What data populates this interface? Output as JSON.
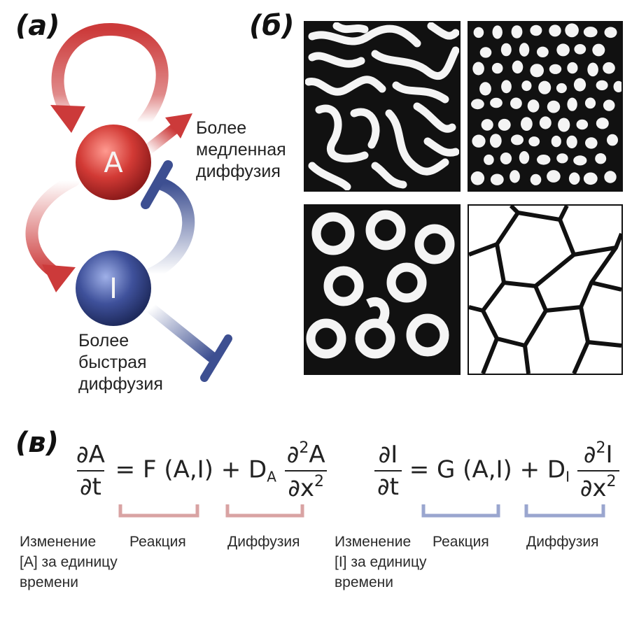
{
  "labels": {
    "a": "(a)",
    "b": "(б)",
    "c": "(в)"
  },
  "nodes": {
    "activator": "A",
    "inhibitor": "I"
  },
  "notes": {
    "slow_diffusion": [
      "Более",
      "медленная",
      "диффузия"
    ],
    "fast_diffusion": [
      "Более",
      "быстрая",
      "диффузия"
    ]
  },
  "equations": {
    "activator": {
      "lhs_num": "∂A",
      "lhs_den": "∂t",
      "reaction": "= F (A,I) + D",
      "coef_sub": "A",
      "rhs_num_base": "∂",
      "rhs_num_sup": "2",
      "rhs_num_var": "A",
      "rhs_den_base": "∂x",
      "rhs_den_sup": "2"
    },
    "inhibitor": {
      "lhs_num": "∂I",
      "lhs_den": "∂t",
      "reaction": "= G (A,I) + D",
      "coef_sub": "I",
      "rhs_num_base": "∂",
      "rhs_num_sup": "2",
      "rhs_num_var": "I",
      "rhs_den_base": "∂x",
      "rhs_den_sup": "2"
    }
  },
  "captions": {
    "activator": {
      "change": [
        "Изменение",
        "[A] за единицу",
        "времени"
      ],
      "reaction": "Реакция",
      "diffusion": "Диффузия"
    },
    "inhibitor": {
      "change": [
        "Изменение",
        "[I] за единицу",
        "времени"
      ],
      "reaction": "Реакция",
      "diffusion": "Диффузия"
    }
  },
  "colors": {
    "activator": "#cc3a3a",
    "inhibitor": "#3d4f91",
    "activator_bracket": "#d9a3a3",
    "inhibitor_bracket": "#9aa6cf"
  }
}
